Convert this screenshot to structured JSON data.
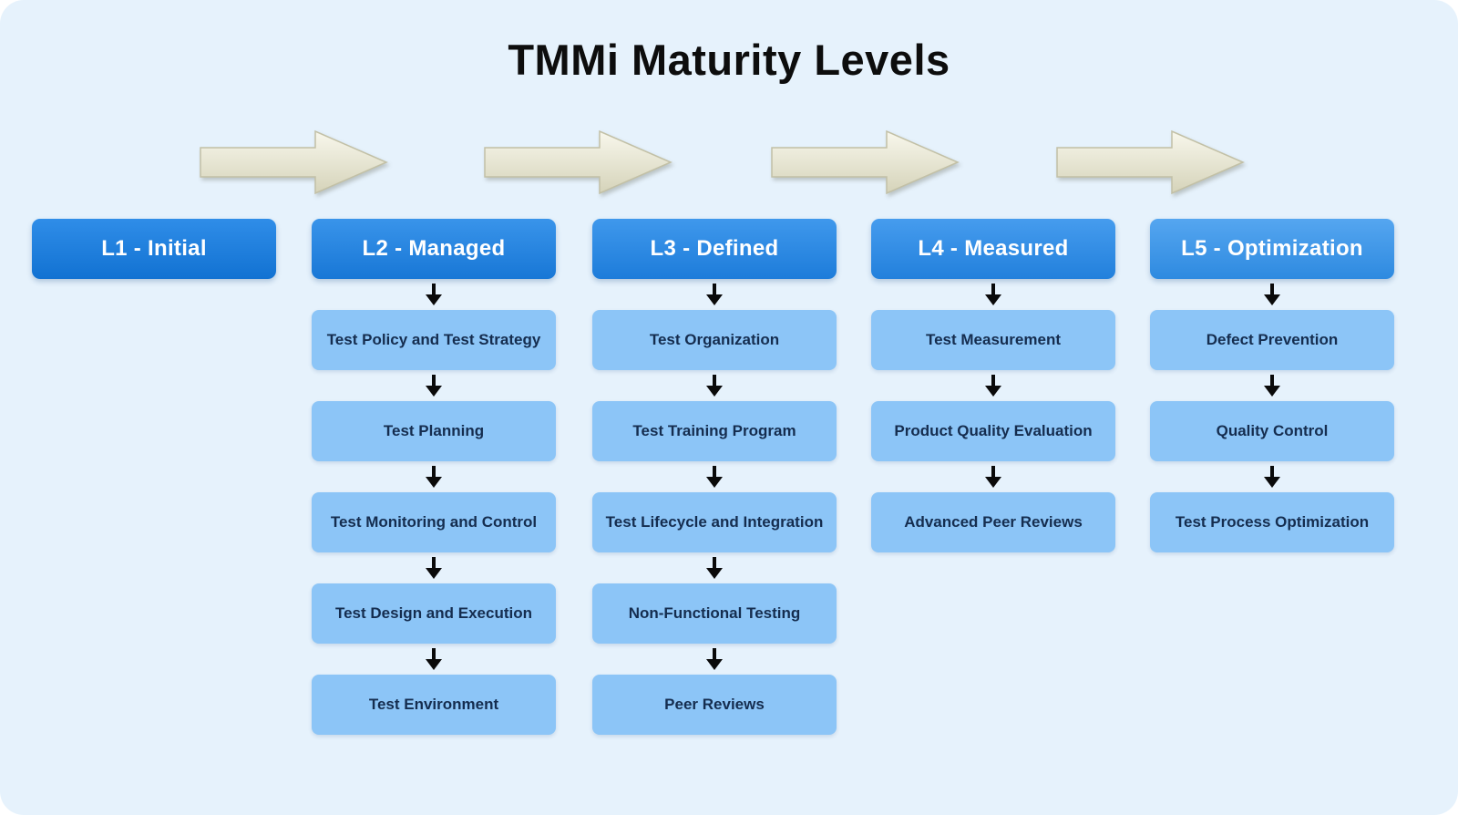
{
  "title": "TMMi Maturity Levels",
  "levels": [
    {
      "label": "L1 - Initial",
      "header_colors": [
        "#2f8de8",
        "#1272d2"
      ],
      "items": []
    },
    {
      "label": "L2 - Managed",
      "header_colors": [
        "#3994ea",
        "#1877d6"
      ],
      "items": [
        "Test Policy and Test Strategy",
        "Test Planning",
        "Test Monitoring and Control",
        "Test Design and Execution",
        "Test Environment"
      ]
    },
    {
      "label": "L3 - Defined",
      "header_colors": [
        "#3f98ec",
        "#1d7cda"
      ],
      "items": [
        "Test Organization",
        "Test Training Program",
        "Test Lifecycle and Integration",
        "Non-Functional Testing",
        "Peer Reviews"
      ]
    },
    {
      "label": "L4 - Measured",
      "header_colors": [
        "#469cee",
        "#2280dc"
      ],
      "items": [
        "Test Measurement",
        "Product Quality Evaluation",
        "Advanced Peer Reviews"
      ]
    },
    {
      "label": "L5 - Optimization",
      "header_colors": [
        "#55a6f0",
        "#2e8ae0"
      ],
      "items": [
        "Defect Prevention",
        "Quality Control",
        "Test Process Optimization"
      ]
    }
  ],
  "icons": {
    "flow_arrow": "right-block-arrow",
    "connector": "down-arrow"
  },
  "colors": {
    "background": "#e6f2fc",
    "title_color": "#0d0d0d",
    "item_bg": "#8cc5f7",
    "item_text": "#152d4f",
    "arrow_top": "#f8f7ec",
    "arrow_bottom": "#d5d3b9",
    "arrow_stroke": "#c2c0a6",
    "connector": "#0a0a0a"
  }
}
